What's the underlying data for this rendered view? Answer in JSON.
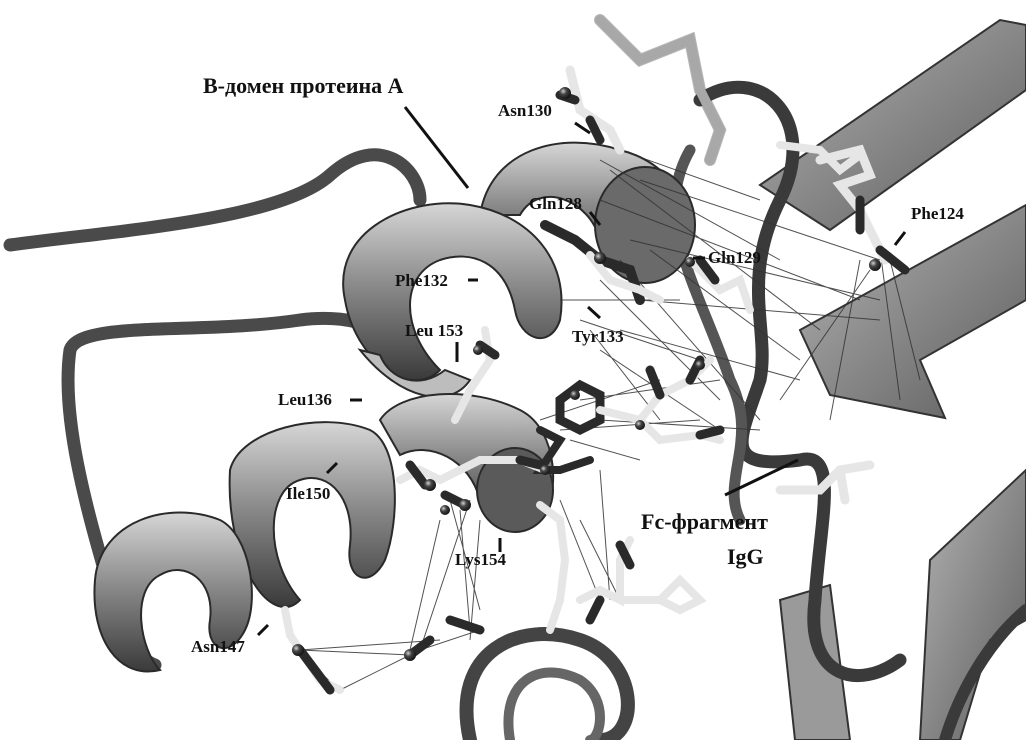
{
  "title_labels": {
    "protein_a_domain": "B-домен протеина А",
    "fc_fragment_line1": "Fc-фрагмент",
    "fc_fragment_line2": "IgG"
  },
  "residues": [
    {
      "id": "asn130",
      "text": "Asn130"
    },
    {
      "id": "gln128",
      "text": "Gln128"
    },
    {
      "id": "phe124",
      "text": "Phe124"
    },
    {
      "id": "gln129",
      "text": "Gln129"
    },
    {
      "id": "phe132",
      "text": "Phe132"
    },
    {
      "id": "leu153",
      "text": "Leu 153"
    },
    {
      "id": "tyr133",
      "text": "Tyr133"
    },
    {
      "id": "leu136",
      "text": "Leu136"
    },
    {
      "id": "ile150",
      "text": "Ile150"
    },
    {
      "id": "lys154",
      "text": "Lys154"
    },
    {
      "id": "asn147",
      "text": "Asn147"
    }
  ],
  "colors": {
    "ribbon_dark": "#4a4a4a",
    "ribbon_mid": "#8a8a8a",
    "ribbon_light": "#c8c8c8",
    "stick_light": "#e6e6e6",
    "stick_dark": "#2a2a2a",
    "contact_line": "#333333"
  }
}
